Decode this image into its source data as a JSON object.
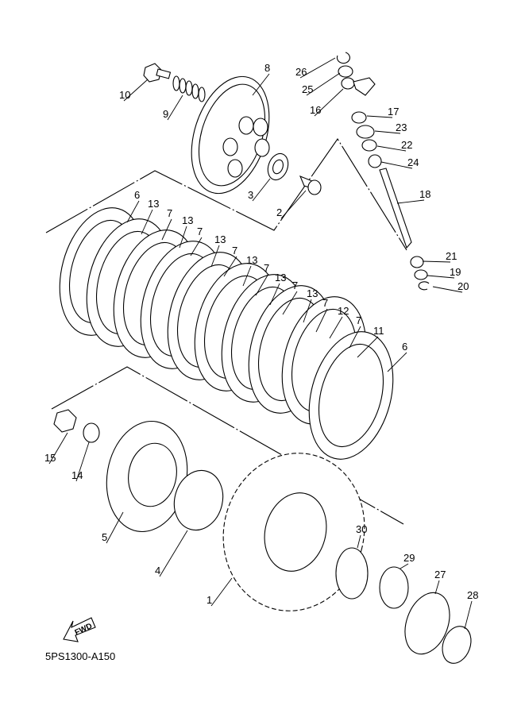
{
  "diagram": {
    "type": "exploded-parts-diagram",
    "subject": "Clutch assembly",
    "drawing_code": "5PS1300-A150",
    "direction_marker": "FWD"
  },
  "callouts": [
    {
      "id": "c1",
      "label": "1",
      "part": "primary-driven-gear"
    },
    {
      "id": "c2",
      "label": "2",
      "part": "push-rod"
    },
    {
      "id": "c3",
      "label": "3",
      "part": "bearing"
    },
    {
      "id": "c4",
      "label": "4",
      "part": "thrust-plate"
    },
    {
      "id": "c5",
      "label": "5",
      "part": "clutch-boss"
    },
    {
      "id": "c6a",
      "label": "6",
      "part": "friction-plate-outer"
    },
    {
      "id": "c6b",
      "label": "6",
      "part": "friction-plate-inner"
    },
    {
      "id": "c7a",
      "label": "7",
      "part": "friction-plate"
    },
    {
      "id": "c7b",
      "label": "7",
      "part": "friction-plate"
    },
    {
      "id": "c7c",
      "label": "7",
      "part": "friction-plate"
    },
    {
      "id": "c7d",
      "label": "7",
      "part": "friction-plate"
    },
    {
      "id": "c7e",
      "label": "7",
      "part": "friction-plate"
    },
    {
      "id": "c7f",
      "label": "7",
      "part": "friction-plate"
    },
    {
      "id": "c7g",
      "label": "7",
      "part": "friction-plate"
    },
    {
      "id": "c8",
      "label": "8",
      "part": "pressure-plate"
    },
    {
      "id": "c9",
      "label": "9",
      "part": "clutch-spring"
    },
    {
      "id": "c10",
      "label": "10",
      "part": "bolt"
    },
    {
      "id": "c11",
      "label": "11",
      "part": "clutch-plate-2"
    },
    {
      "id": "c12",
      "label": "12",
      "part": "clutch-plate-3"
    },
    {
      "id": "c13a",
      "label": "13",
      "part": "clutch-plate"
    },
    {
      "id": "c13b",
      "label": "13",
      "part": "clutch-plate"
    },
    {
      "id": "c13c",
      "label": "13",
      "part": "clutch-plate"
    },
    {
      "id": "c13d",
      "label": "13",
      "part": "clutch-plate"
    },
    {
      "id": "c13e",
      "label": "13",
      "part": "clutch-plate"
    },
    {
      "id": "c13f",
      "label": "13",
      "part": "clutch-plate"
    },
    {
      "id": "c14",
      "label": "14",
      "part": "lock-washer"
    },
    {
      "id": "c15",
      "label": "15",
      "part": "nut"
    },
    {
      "id": "c16",
      "label": "16",
      "part": "push-lever"
    },
    {
      "id": "c17",
      "label": "17",
      "part": "torsion-spring"
    },
    {
      "id": "c18",
      "label": "18",
      "part": "push-lever-shaft"
    },
    {
      "id": "c19",
      "label": "19",
      "part": "washer"
    },
    {
      "id": "c20",
      "label": "20",
      "part": "circlip"
    },
    {
      "id": "c21",
      "label": "21",
      "part": "bearing"
    },
    {
      "id": "c22",
      "label": "22",
      "part": "oil-seal"
    },
    {
      "id": "c23",
      "label": "23",
      "part": "washer"
    },
    {
      "id": "c24",
      "label": "24",
      "part": "bearing"
    },
    {
      "id": "c25",
      "label": "25",
      "part": "washer"
    },
    {
      "id": "c26",
      "label": "26",
      "part": "circlip"
    },
    {
      "id": "c27",
      "label": "27",
      "part": "thrust-washer"
    },
    {
      "id": "c28",
      "label": "28",
      "part": "washer"
    },
    {
      "id": "c29",
      "label": "29",
      "part": "bearing"
    },
    {
      "id": "c30",
      "label": "30",
      "part": "needle-bearing"
    }
  ]
}
